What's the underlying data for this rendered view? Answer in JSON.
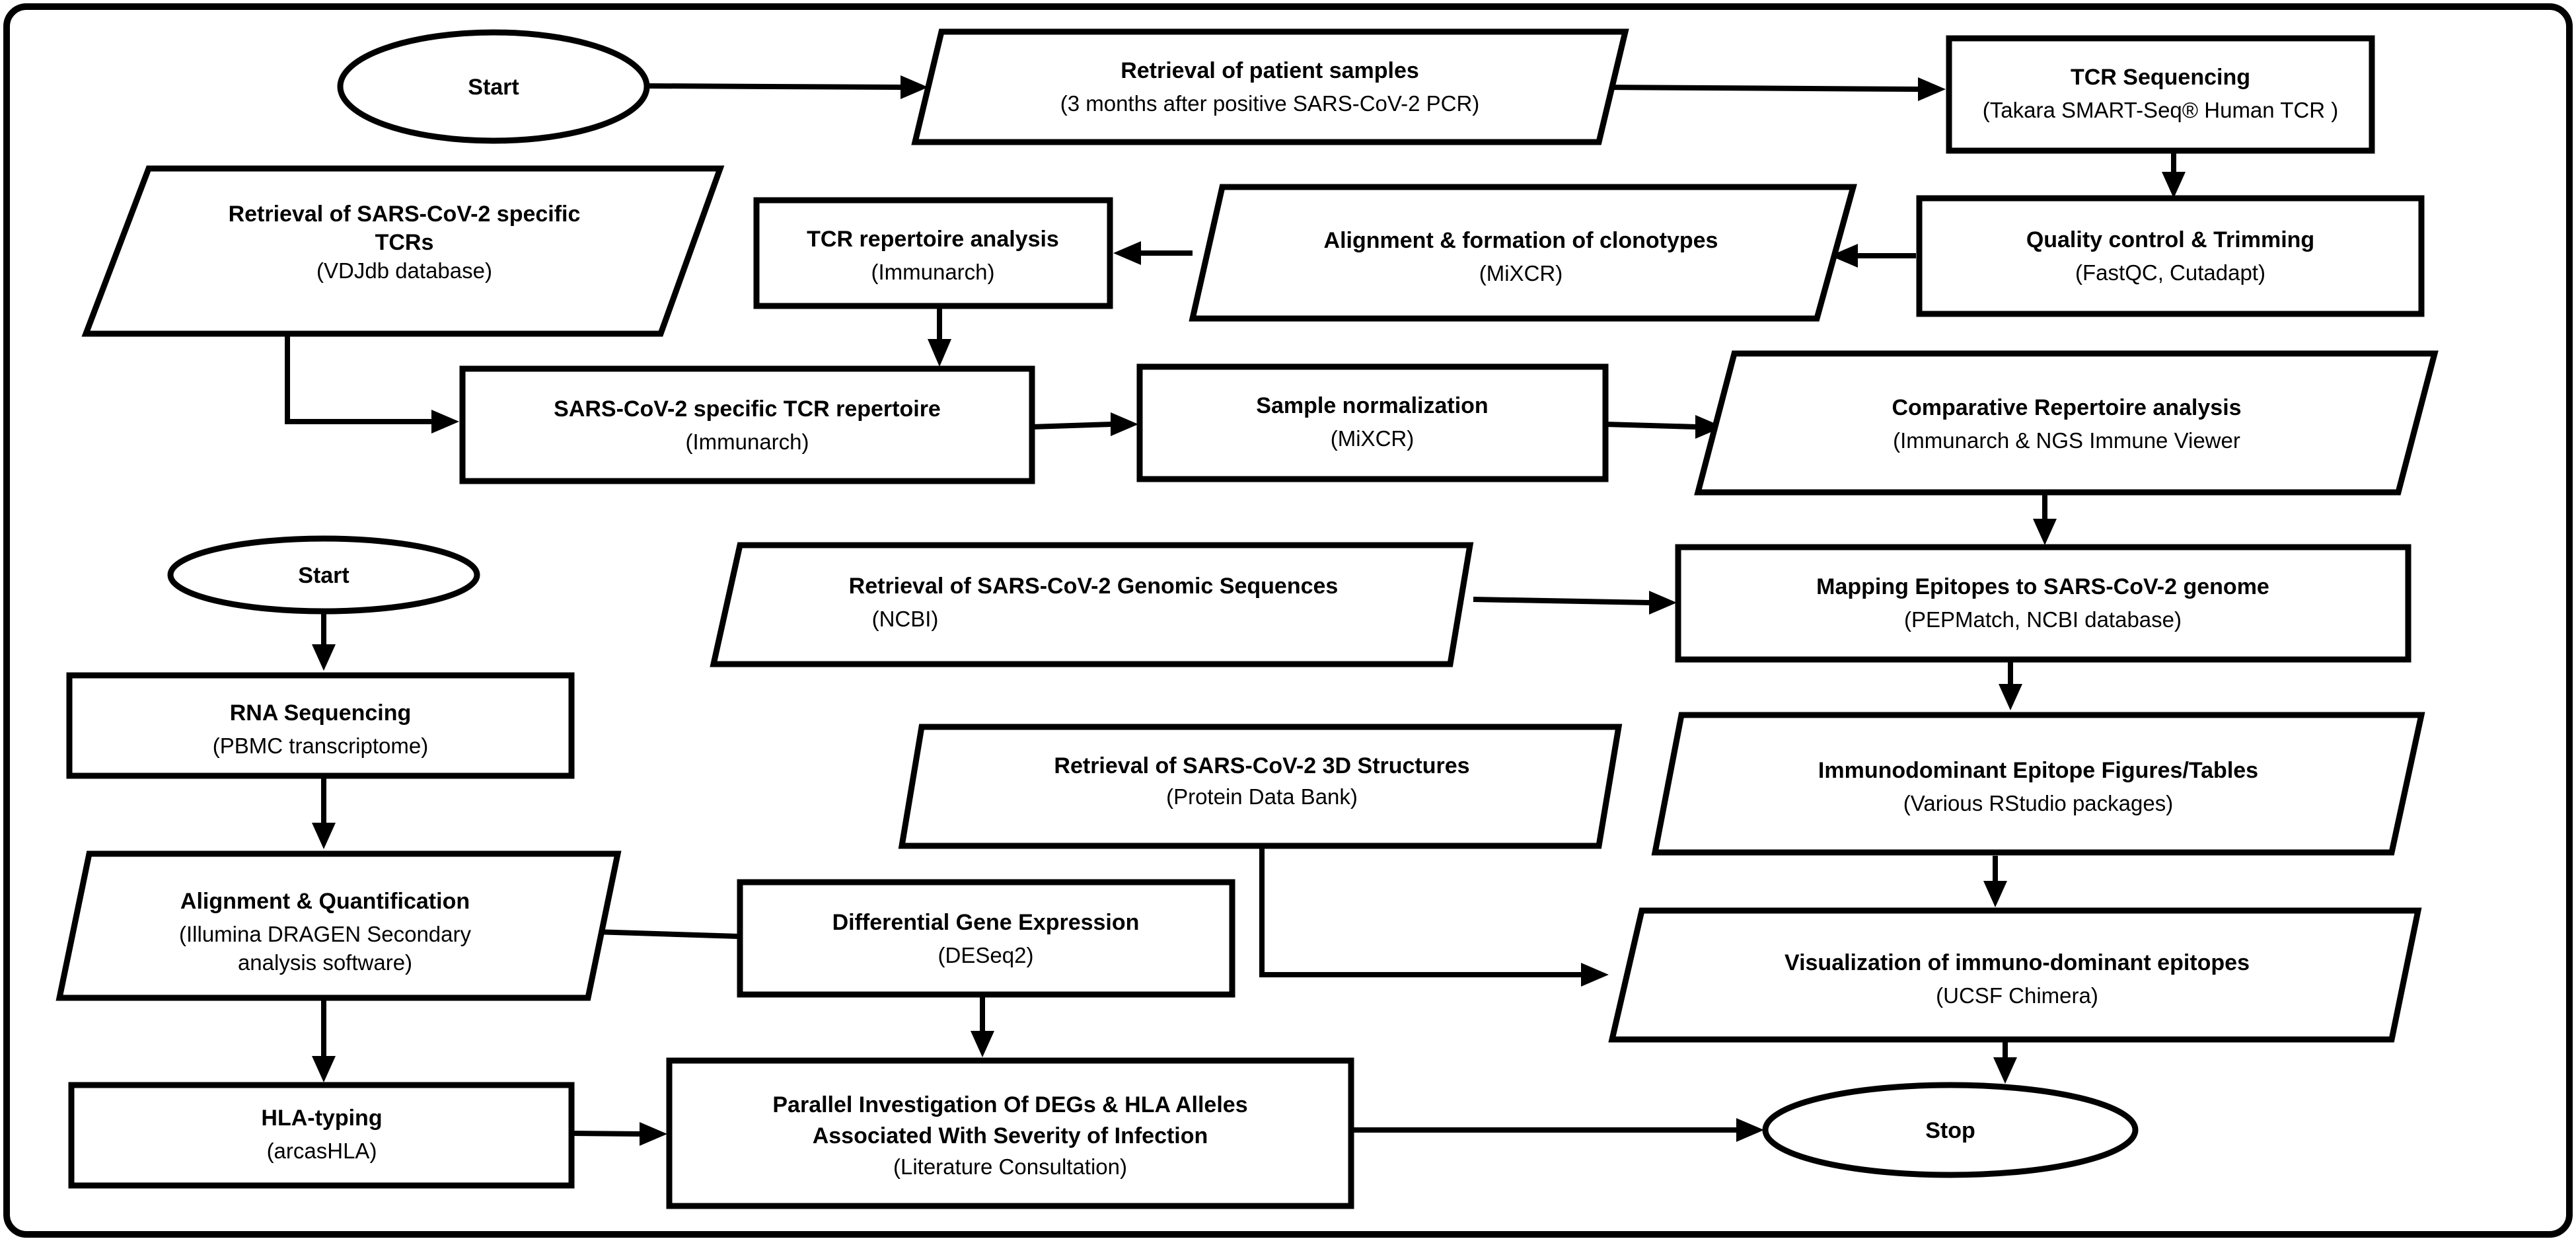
{
  "nodes": {
    "start1": {
      "title": "Start"
    },
    "retrieval_samples": {
      "title": "Retrieval of patient samples",
      "sub": "(3 months after positive SARS-CoV-2 PCR)"
    },
    "tcr_seq": {
      "title": "TCR Sequencing",
      "sub": "(Takara SMART-Seq® Human TCR )"
    },
    "retrieval_tcrs": {
      "title": "Retrieval of SARS-CoV-2 specific",
      "title2": "TCRs",
      "sub": "(VDJdb database)"
    },
    "tcr_rep": {
      "title": "TCR repertoire analysis",
      "sub": "(Immunarch)"
    },
    "alignment_clono": {
      "title": "Alignment & formation of clonotypes",
      "sub": "(MiXCR)"
    },
    "qc": {
      "title": "Quality control & Trimming",
      "sub": "(FastQC, Cutadapt)"
    },
    "sars_rep": {
      "title": "SARS-CoV-2  specific TCR repertoire",
      "sub": "(Immunarch)"
    },
    "norm": {
      "title": "Sample normalization",
      "sub": "(MiXCR)"
    },
    "comparative": {
      "title": "Comparative Repertoire analysis",
      "sub": "(Immunarch & NGS Immune Viewer"
    },
    "start2": {
      "title": "Start"
    },
    "retrieval_genomic": {
      "title": "Retrieval of SARS-CoV-2 Genomic Sequences",
      "sub": "(NCBI)"
    },
    "mapping": {
      "title": "Mapping Epitopes to SARS-CoV-2 genome",
      "sub": "(PEPMatch, NCBI database)"
    },
    "rna_seq": {
      "title": "RNA Sequencing",
      "sub": "(PBMC transcriptome)"
    },
    "retrieval_3d": {
      "title": "Retrieval of SARS-CoV-2 3D Structures",
      "sub": "(Protein Data Bank)"
    },
    "immunodominant": {
      "title": "Immunodominant Epitope Figures/Tables",
      "sub": "(Various RStudio packages)"
    },
    "align_quant": {
      "title": "Alignment & Quantification",
      "sub": "(Illumina DRAGEN Secondary",
      "sub2": "analysis software)"
    },
    "dge": {
      "title": "Differential Gene Expression",
      "sub": "(DESeq2)"
    },
    "visualization": {
      "title": "Visualization of immuno-dominant epitopes",
      "sub": "(UCSF Chimera)"
    },
    "hla": {
      "title": "HLA-typing",
      "sub": "(arcasHLA)"
    },
    "parallel": {
      "title": "Parallel Investigation Of DEGs & HLA Alleles",
      "title2": "Associated With Severity of Infection",
      "sub": "(Literature Consultation)"
    },
    "stop": {
      "title": "Stop"
    }
  }
}
